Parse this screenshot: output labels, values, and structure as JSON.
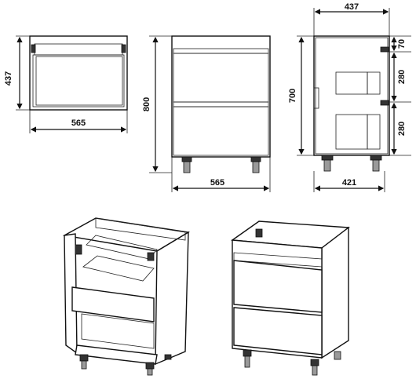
{
  "dimensions": {
    "top_view": {
      "height": "437",
      "width": "565"
    },
    "front_view": {
      "height": "800",
      "width": "565"
    },
    "side_view": {
      "top_width": "437",
      "height": "700",
      "bottom_width": "421",
      "segment_top": "70",
      "segment_middle": "280",
      "segment_bottom": "280"
    }
  }
}
